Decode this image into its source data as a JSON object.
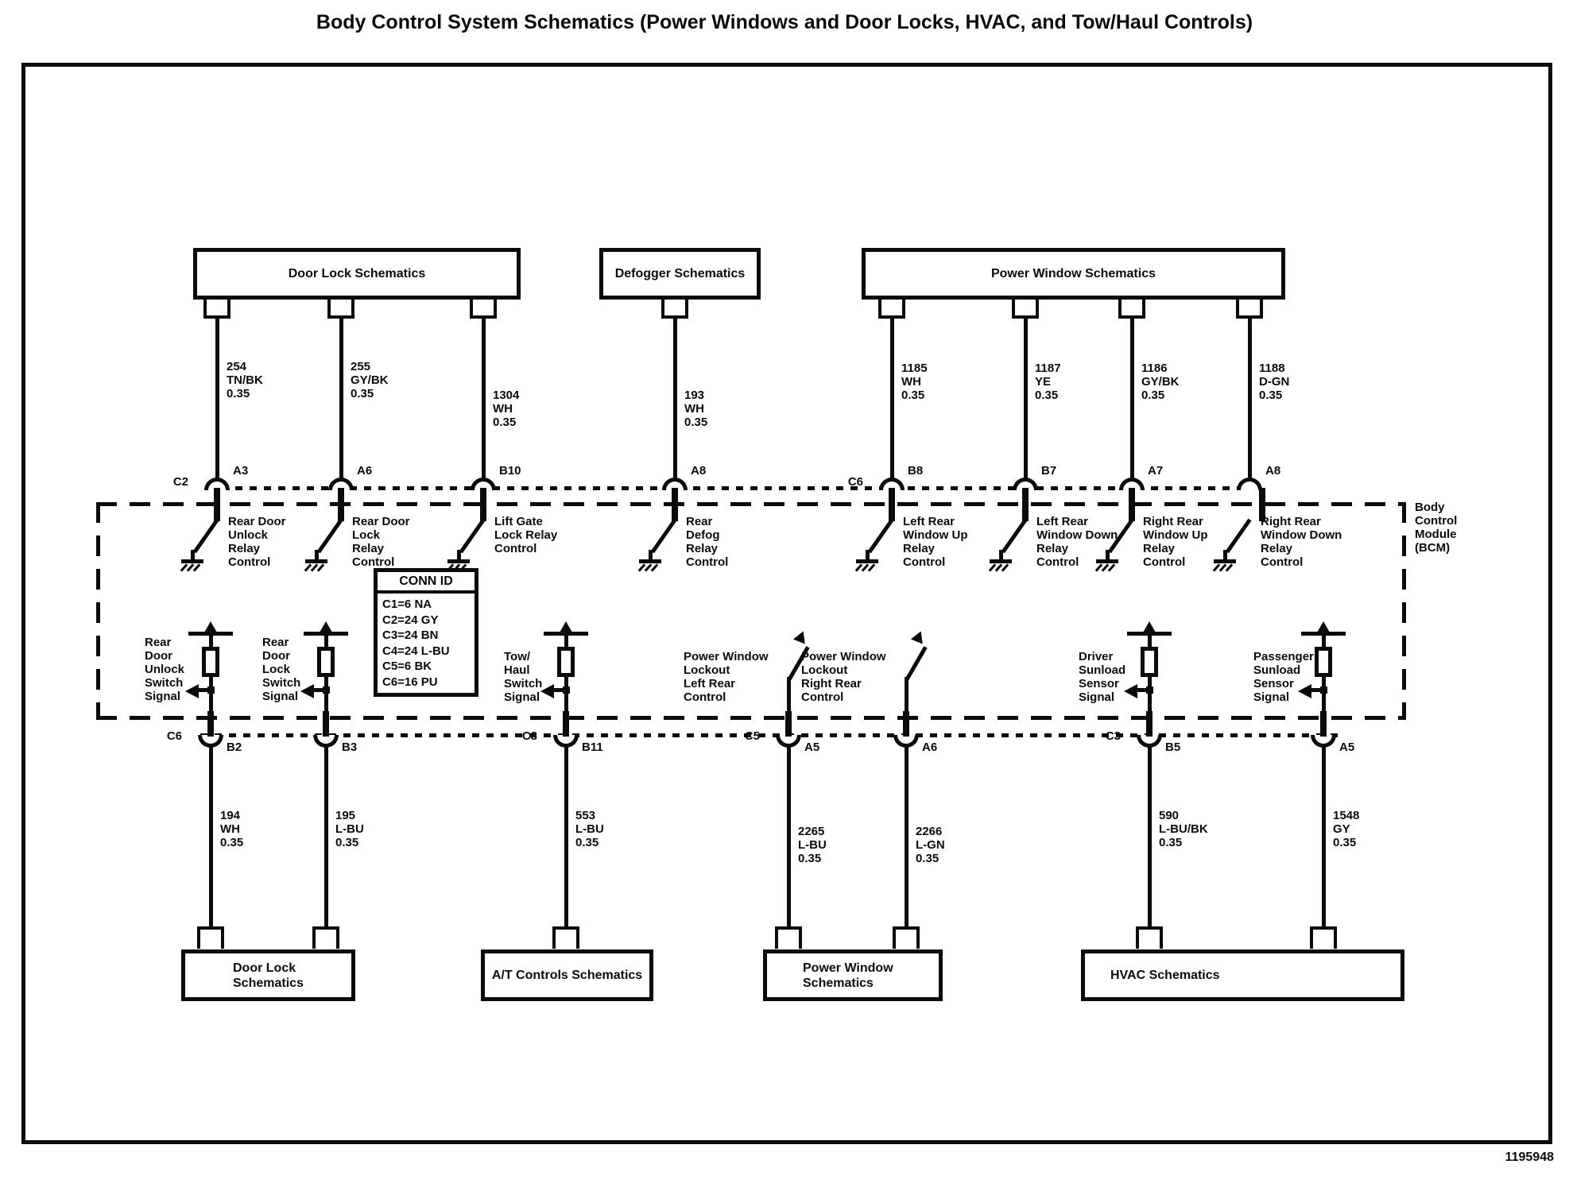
{
  "title": "Body Control System Schematics (Power Windows and Door Locks, HVAC, and Tow/Haul Controls)",
  "part_number": "1195948",
  "colors": {
    "ink": "#0b0b0b",
    "paper": "#ffffff"
  },
  "bcm_label": "Body\nControl\nModule\n(BCM)",
  "conn_id": {
    "header": "CONN ID",
    "rows": "C1=6 NA\nC2=24 GY\nC3=24 BN\nC4=24 L-BU\nC5=6 BK\nC6=16 PU"
  },
  "top_boxes": [
    {
      "label": "Door Lock Schematics"
    },
    {
      "label": "Defogger Schematics"
    },
    {
      "label": "Power Window Schematics"
    }
  ],
  "top_circuits": [
    {
      "conn": "C2",
      "pin": "A3",
      "wire": "254\nTN/BK\n0.35",
      "relay": "Rear Door\nUnlock\nRelay\nControl"
    },
    {
      "conn": "",
      "pin": "A6",
      "wire": "255\nGY/BK\n0.35",
      "relay": "Rear Door\nLock\nRelay\nControl"
    },
    {
      "conn": "",
      "pin": "B10",
      "wire": "1304\nWH\n0.35",
      "relay": "Lift Gate\nLock Relay\nControl"
    },
    {
      "conn": "",
      "pin": "A8",
      "wire": "193\nWH\n0.35",
      "relay": "Rear\nDefog\nRelay\nControl"
    },
    {
      "conn": "C6",
      "pin": "B8",
      "wire": "1185\nWH\n0.35",
      "relay": "Left Rear\nWindow Up\nRelay\nControl"
    },
    {
      "conn": "",
      "pin": "B7",
      "wire": "1187\nYE\n0.35",
      "relay": "Left Rear\nWindow Down\nRelay\nControl"
    },
    {
      "conn": "",
      "pin": "A7",
      "wire": "1186\nGY/BK\n0.35",
      "relay": "Right Rear\nWindow Up\nRelay\nControl"
    },
    {
      "conn": "",
      "pin": "A8",
      "wire": "1188\nD-GN\n0.35",
      "relay": "Right Rear\nWindow Down\nRelay\nControl"
    }
  ],
  "bottom_circuits": [
    {
      "label": "Rear\nDoor\nUnlock\nSwitch\nSignal",
      "conn": "C6",
      "pin": "B2",
      "wire": "194\nWH\n0.35"
    },
    {
      "label": "Rear\nDoor\nLock\nSwitch\nSignal",
      "conn": "",
      "pin": "B3",
      "wire": "195\nL-BU\n0.35"
    },
    {
      "label": "Tow/\nHaul\nSwitch\nSignal",
      "conn": "C3",
      "pin": "B11",
      "wire": "553\nL-BU\n0.35"
    },
    {
      "label": "Power Window\nLockout\nLeft Rear\nControl",
      "conn": "C5",
      "pin": "A5",
      "wire": "2265\nL-BU\n0.35"
    },
    {
      "label": "Power Window\nLockout\nRight Rear\nControl",
      "conn": "",
      "pin": "A6",
      "wire": "2266\nL-GN\n0.35"
    },
    {
      "label": "Driver\nSunload\nSensor\nSignal",
      "conn": "C3",
      "pin": "B5",
      "wire": "590\nL-BU/BK\n0.35"
    },
    {
      "label": "Passenger\nSunload\nSensor\nSignal",
      "conn": "",
      "pin": "A5",
      "wire": "1548\nGY\n0.35"
    }
  ],
  "bottom_boxes": [
    {
      "label": "Door Lock\nSchematics"
    },
    {
      "label": "A/T Controls Schematics"
    },
    {
      "label": "Power Window\nSchematics"
    },
    {
      "label": "HVAC Schematics"
    }
  ]
}
